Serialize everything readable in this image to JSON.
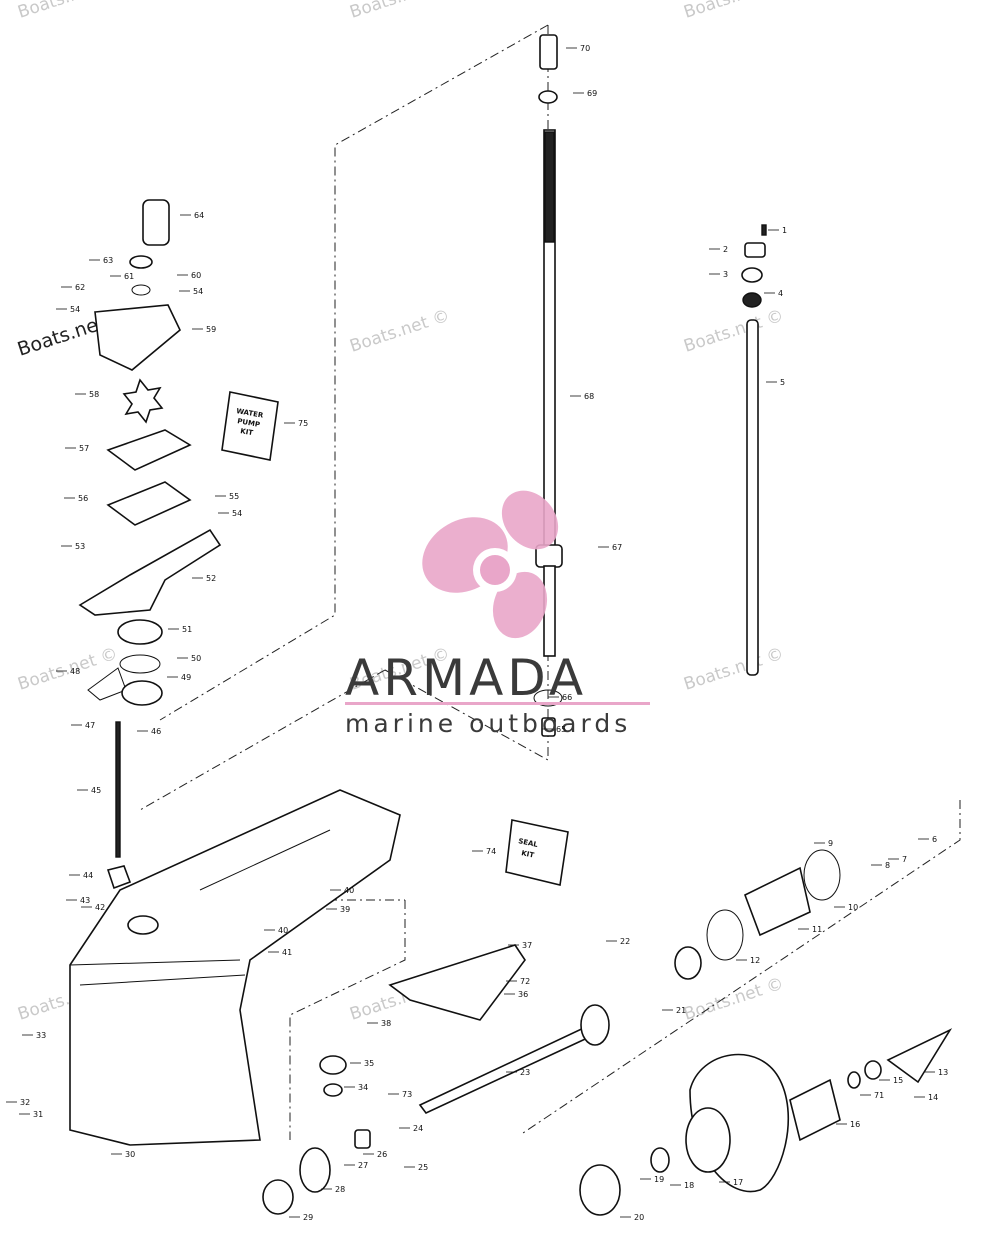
{
  "brand": {
    "name": "ARMADA",
    "tagline": "marine outboards"
  },
  "watermark": {
    "text": "Boats.net ©",
    "dark_text": "Boats.net"
  },
  "kits": {
    "water_pump": [
      "WATER",
      "PUMP",
      "KIT"
    ],
    "seal": [
      "SEAL",
      "KIT"
    ]
  },
  "colors": {
    "logo_pink": "#e9a6c9",
    "line": "#111111",
    "watermark": "#c9c9c9"
  },
  "callouts": [
    {
      "id": "c1",
      "label": "1"
    },
    {
      "id": "c2",
      "label": "2"
    },
    {
      "id": "c3",
      "label": "3"
    },
    {
      "id": "c4",
      "label": "4"
    },
    {
      "id": "c5",
      "label": "5"
    },
    {
      "id": "c6",
      "label": "6"
    },
    {
      "id": "c7",
      "label": "7"
    },
    {
      "id": "c8",
      "label": "8"
    },
    {
      "id": "c9",
      "label": "9"
    },
    {
      "id": "c10",
      "label": "10"
    },
    {
      "id": "c11",
      "label": "11"
    },
    {
      "id": "c12",
      "label": "12"
    },
    {
      "id": "c13",
      "label": "13"
    },
    {
      "id": "c14",
      "label": "14"
    },
    {
      "id": "c15",
      "label": "15"
    },
    {
      "id": "c16",
      "label": "16"
    },
    {
      "id": "c17",
      "label": "17"
    },
    {
      "id": "c18",
      "label": "18"
    },
    {
      "id": "c19",
      "label": "19"
    },
    {
      "id": "c20",
      "label": "20"
    },
    {
      "id": "c21",
      "label": "21"
    },
    {
      "id": "c22",
      "label": "22"
    },
    {
      "id": "c23",
      "label": "23"
    },
    {
      "id": "c24",
      "label": "24"
    },
    {
      "id": "c25",
      "label": "25"
    },
    {
      "id": "c26",
      "label": "26"
    },
    {
      "id": "c27",
      "label": "27"
    },
    {
      "id": "c28",
      "label": "28"
    },
    {
      "id": "c29",
      "label": "29"
    },
    {
      "id": "c30",
      "label": "30"
    },
    {
      "id": "c31",
      "label": "31"
    },
    {
      "id": "c32",
      "label": "32"
    },
    {
      "id": "c33",
      "label": "33"
    },
    {
      "id": "c34",
      "label": "34"
    },
    {
      "id": "c35",
      "label": "35"
    },
    {
      "id": "c36",
      "label": "36"
    },
    {
      "id": "c37",
      "label": "37"
    },
    {
      "id": "c38",
      "label": "38"
    },
    {
      "id": "c39",
      "label": "39"
    },
    {
      "id": "c40a",
      "label": "40"
    },
    {
      "id": "c40b",
      "label": "40"
    },
    {
      "id": "c41",
      "label": "41"
    },
    {
      "id": "c42",
      "label": "42"
    },
    {
      "id": "c43",
      "label": "43"
    },
    {
      "id": "c44",
      "label": "44"
    },
    {
      "id": "c45",
      "label": "45"
    },
    {
      "id": "c46",
      "label": "46"
    },
    {
      "id": "c47",
      "label": "47"
    },
    {
      "id": "c48",
      "label": "48"
    },
    {
      "id": "c49",
      "label": "49"
    },
    {
      "id": "c50",
      "label": "50"
    },
    {
      "id": "c51",
      "label": "51"
    },
    {
      "id": "c52",
      "label": "52"
    },
    {
      "id": "c53",
      "label": "53"
    },
    {
      "id": "c54a",
      "label": "54"
    },
    {
      "id": "c54b",
      "label": "54"
    },
    {
      "id": "c54c",
      "label": "54"
    },
    {
      "id": "c55",
      "label": "55"
    },
    {
      "id": "c56",
      "label": "56"
    },
    {
      "id": "c57",
      "label": "57"
    },
    {
      "id": "c58",
      "label": "58"
    },
    {
      "id": "c59",
      "label": "59"
    },
    {
      "id": "c60",
      "label": "60"
    },
    {
      "id": "c61",
      "label": "61"
    },
    {
      "id": "c62",
      "label": "62"
    },
    {
      "id": "c63",
      "label": "63"
    },
    {
      "id": "c64",
      "label": "64"
    },
    {
      "id": "c65",
      "label": "65"
    },
    {
      "id": "c66",
      "label": "66"
    },
    {
      "id": "c67",
      "label": "67"
    },
    {
      "id": "c68",
      "label": "68"
    },
    {
      "id": "c69",
      "label": "69"
    },
    {
      "id": "c70",
      "label": "70"
    },
    {
      "id": "c71",
      "label": "71"
    },
    {
      "id": "c72",
      "label": "72"
    },
    {
      "id": "c73",
      "label": "73"
    },
    {
      "id": "c74",
      "label": "74"
    },
    {
      "id": "c75",
      "label": "75"
    }
  ]
}
